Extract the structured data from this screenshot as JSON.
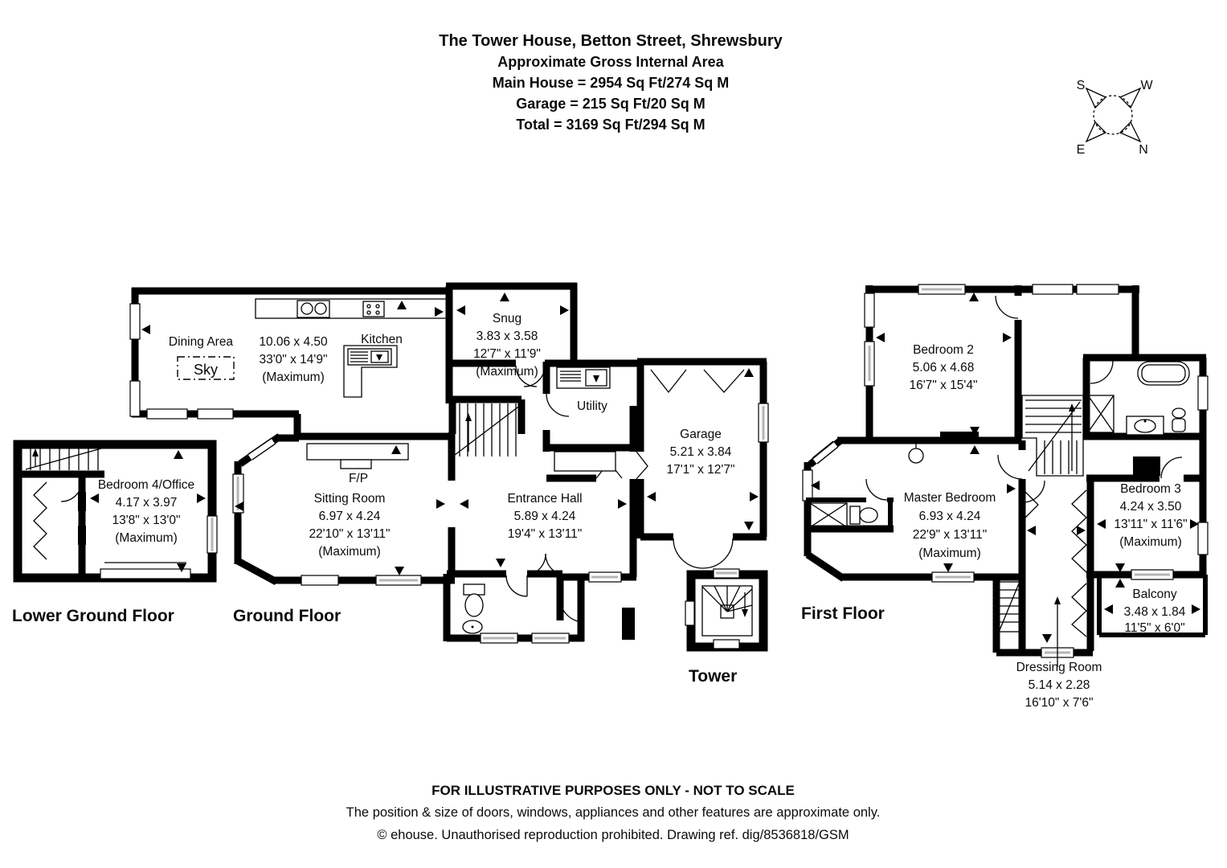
{
  "header": {
    "title": "The Tower House, Betton Street, Shrewsbury",
    "subtitle": "Approximate Gross Internal Area",
    "area_main": "Main House = 2954 Sq Ft/274 Sq M",
    "area_garage": "Garage = 215 Sq Ft/20 Sq M",
    "area_total": "Total = 3169 Sq Ft/294 Sq M"
  },
  "compass": {
    "s": "S",
    "w": "W",
    "e": "E",
    "n": "N"
  },
  "lower_ground": {
    "label": "Lower Ground Floor",
    "bedroom4": {
      "name": "Bedroom 4/Office",
      "metric": "4.17 x 3.97",
      "imperial": "13'8\" x 13'0\"",
      "note": "(Maximum)"
    }
  },
  "ground": {
    "label": "Ground Floor",
    "dining": {
      "name": "Dining Area",
      "skylight": "Sky",
      "metric": "10.06 x 4.50",
      "imperial": "33'0\" x 14'9\"",
      "note": "(Maximum)"
    },
    "kitchen": {
      "name": "Kitchen"
    },
    "snug": {
      "name": "Snug",
      "metric": "3.83 x 3.58",
      "imperial": "12'7\" x 11'9\"",
      "note": "(Maximum)"
    },
    "utility": {
      "name": "Utility"
    },
    "garage": {
      "name": "Garage",
      "metric": "5.21 x 3.84",
      "imperial": "17'1\" x 12'7\""
    },
    "sitting": {
      "name": "Sitting Room",
      "metric": "6.97 x 4.24",
      "imperial": "22'10\" x 13'11\"",
      "note": "(Maximum)"
    },
    "entrance": {
      "name": "Entrance Hall",
      "metric": "5.89 x 4.24",
      "imperial": "19'4\" x 13'11\""
    },
    "fireplace": "F/P"
  },
  "tower": {
    "label": "Tower"
  },
  "first": {
    "label": "First Floor",
    "bedroom2": {
      "name": "Bedroom 2",
      "metric": "5.06 x 4.68",
      "imperial": "16'7\" x 15'4\""
    },
    "master": {
      "name": "Master Bedroom",
      "metric": "6.93 x 4.24",
      "imperial": "22'9\" x 13'11\"",
      "note": "(Maximum)"
    },
    "bedroom3": {
      "name": "Bedroom 3",
      "metric": "4.24 x 3.50",
      "imperial": "13'11\" x 11'6\"",
      "note": "(Maximum)"
    },
    "balcony": {
      "name": "Balcony",
      "metric": "3.48 x 1.84",
      "imperial": "11'5\" x 6'0\""
    },
    "dressing": {
      "name": "Dressing Room",
      "metric": "5.14 x 2.28",
      "imperial": "16'10\" x 7'6\""
    }
  },
  "footer": {
    "line1": "FOR ILLUSTRATIVE PURPOSES ONLY - NOT TO SCALE",
    "line2": "The position & size of doors, windows, appliances and other features are approximate only.",
    "line3": "© ehouse. Unauthorised reproduction prohibited. Drawing ref. dig/8536818/GSM"
  }
}
